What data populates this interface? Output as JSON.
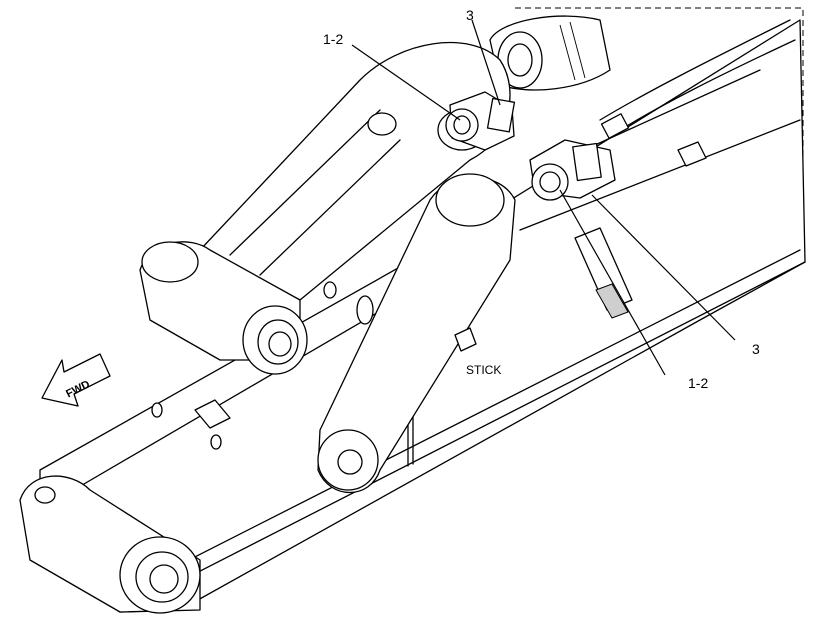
{
  "callouts": {
    "top_3": "3",
    "top_1_2": "1-2",
    "right_3": "3",
    "right_1_2": "1-2"
  },
  "labels": {
    "stick": "STICK",
    "fwd": "FWD"
  },
  "icons": {
    "direction": "fwd-arrow-icon"
  }
}
